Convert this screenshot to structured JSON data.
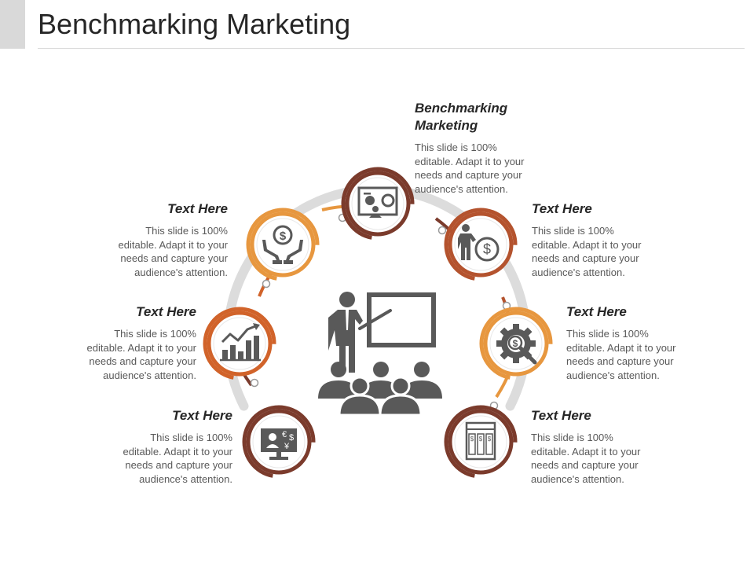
{
  "slide": {
    "title": "Benchmarking Marketing"
  },
  "colors": {
    "orange": "#e7973f",
    "dark_orange": "#d1632a",
    "rust": "#b4532e",
    "brown": "#7b3b2c",
    "ring_gray": "#dcdcdc",
    "icon_gray": "#595959"
  },
  "center": {
    "icon": "presentation-audience-icon"
  },
  "items": [
    {
      "id": "top",
      "icon": "presentation-board-chart-icon",
      "color": "brown",
      "heading": "Benchmarking Marketing",
      "heading_lines": [
        "Benchmarking",
        "Marketing"
      ],
      "body_lines": [
        "This slide is 100%",
        "editable. Adapt it to your",
        "needs and capture your",
        "audience's attention."
      ]
    },
    {
      "id": "upper-right",
      "icon": "businessman-dollar-icon",
      "color": "rust",
      "heading": "Text Here",
      "body_lines": [
        "This slide is 100%",
        "editable. Adapt it to your",
        "needs and capture your",
        "audience's attention."
      ]
    },
    {
      "id": "middle-right",
      "icon": "gear-dollar-search-icon",
      "color": "orange",
      "heading": "Text Here",
      "body_lines": [
        "This slide is 100%",
        "editable. Adapt it to your",
        "needs and capture your",
        "audience's attention."
      ]
    },
    {
      "id": "lower-right",
      "icon": "dollar-document-icon",
      "color": "brown",
      "heading": "Text Here",
      "body_lines": [
        "This slide is 100%",
        "editable. Adapt it to your",
        "needs and capture your",
        "audience's attention."
      ]
    },
    {
      "id": "upper-left",
      "icon": "hands-dollar-icon",
      "color": "orange",
      "heading": "Text Here",
      "body_lines": [
        "This slide is 100%",
        "editable. Adapt it to your",
        "needs and capture your",
        "audience's attention."
      ]
    },
    {
      "id": "middle-left",
      "icon": "bar-chart-trend-icon",
      "color": "dark_orange",
      "heading": "Text Here",
      "body_lines": [
        "This slide is 100%",
        "editable. Adapt it to your",
        "needs and capture your",
        "audience's attention."
      ]
    },
    {
      "id": "lower-left",
      "icon": "monitor-currency-icon",
      "color": "brown",
      "heading": "Text Here",
      "body_lines": [
        "This slide is 100%",
        "editable. Adapt it to your",
        "needs and capture your",
        "audience's attention."
      ]
    }
  ]
}
